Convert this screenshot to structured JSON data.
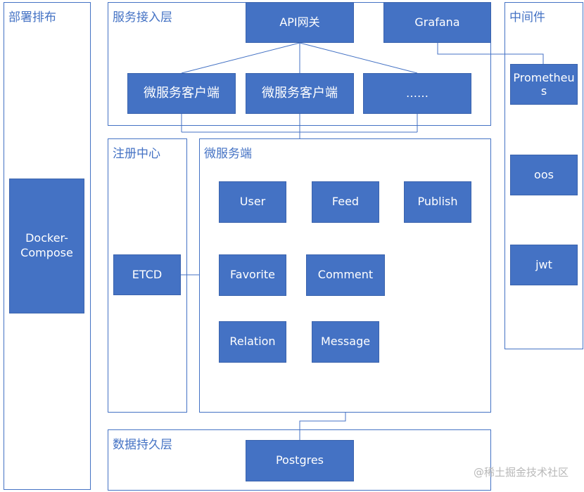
{
  "panels": {
    "deployment": "部署排布",
    "access": "服务接入层",
    "middleware": "中间件",
    "registry": "注册中心",
    "microservices": "微服务端",
    "persistence": "数据持久层"
  },
  "boxes": {
    "docker_compose": "Docker-\nCompose",
    "api_gateway": "API网关",
    "grafana": "Grafana",
    "client_1": "微服务客户端",
    "client_2": "微服务客户端",
    "client_more": "……",
    "prometheus": "Prometheu\ns",
    "oos": "oos",
    "jwt": "jwt",
    "etcd": "ETCD",
    "user": "User",
    "feed": "Feed",
    "publish": "Publish",
    "favorite": "Favorite",
    "comment": "Comment",
    "relation": "Relation",
    "message": "Message",
    "postgres": "Postgres"
  },
  "watermark": "@稀土掘金技术社区",
  "colors": {
    "box_fill": "#4472c4",
    "border": "#4472c4",
    "title_text": "#4472c4",
    "box_text": "#ffffff"
  }
}
